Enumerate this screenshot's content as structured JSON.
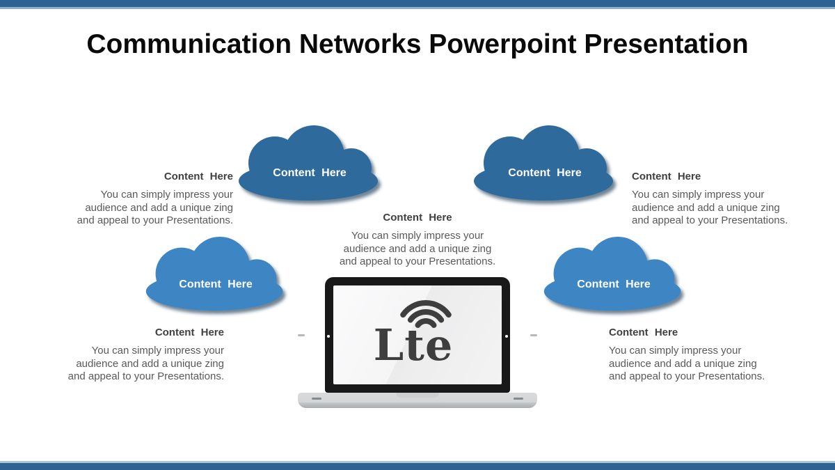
{
  "title": "Communication Networks Powerpoint Presentation",
  "colors": {
    "bar_dark": "#2e6293",
    "bar_light": "#8fb0cc",
    "cloud_dark": "#2f6a9b",
    "cloud_light": "#3c86c3",
    "cloud_label_text": "#ffffff",
    "heading_text": "#404040",
    "body_text": "#595959",
    "logo_text": "#3e3e3e"
  },
  "icons": {
    "wifi": "wifi-signal-icon"
  },
  "clouds": [
    {
      "name": "top-left",
      "label": "Content Here"
    },
    {
      "name": "top-right",
      "label": "Content Here"
    },
    {
      "name": "bottom-left",
      "label": "Content Here"
    },
    {
      "name": "bottom-right",
      "label": "Content Here"
    }
  ],
  "text_blocks": [
    {
      "name": "left-top",
      "heading": "Content Here",
      "lines": [
        "You can simply impress your",
        "audience and add a unique zing",
        "and appeal to your Presentations."
      ]
    },
    {
      "name": "center",
      "heading": "Content Here",
      "lines": [
        "You can simply impress your",
        "audience and add a unique zing",
        "and appeal to your Presentations."
      ]
    },
    {
      "name": "right-top",
      "heading": "Content Here",
      "lines": [
        "You can simply impress your",
        "audience and add a unique zing",
        "and appeal to your Presentations."
      ]
    },
    {
      "name": "bottom-left",
      "heading": "Content Here",
      "lines": [
        "You can simply impress your",
        "audience and add a unique zing",
        "and appeal to your Presentations."
      ]
    },
    {
      "name": "bottom-right",
      "heading": "Content Here",
      "lines": [
        "You can simply impress your",
        "audience and add a unique zing",
        "and appeal to your Presentations."
      ]
    }
  ],
  "laptop": {
    "screen_text": "Lte"
  }
}
